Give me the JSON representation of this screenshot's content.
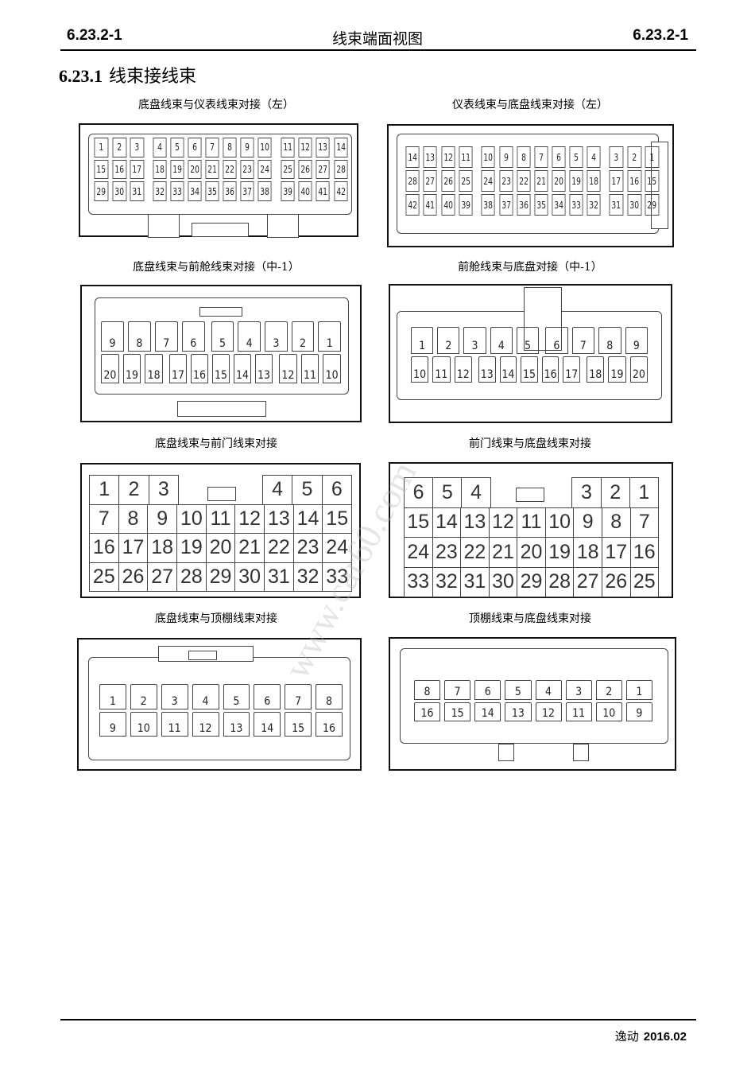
{
  "header": {
    "left": "6.23.2-1",
    "center": "线束端面视图",
    "right": "6.23.2-1"
  },
  "section": {
    "number": "6.23.1",
    "title": "线束接线束"
  },
  "connectors": [
    {
      "caption": "底盘线束与仪表线束对接（左）",
      "style": "grid",
      "rows": [
        [
          [
            "1",
            "2",
            "3"
          ],
          [
            "4",
            "5",
            "6",
            "7",
            "8",
            "9",
            "10"
          ],
          [
            "11",
            "12",
            "13",
            "14"
          ]
        ],
        [
          [
            "15",
            "16",
            "17"
          ],
          [
            "18",
            "19",
            "20",
            "21",
            "22",
            "23",
            "24"
          ],
          [
            "25",
            "26",
            "27",
            "28"
          ]
        ],
        [
          [
            "29",
            "30",
            "31"
          ],
          [
            "32",
            "33",
            "34",
            "35",
            "36",
            "37",
            "38"
          ],
          [
            "39",
            "40",
            "41",
            "42"
          ]
        ]
      ]
    },
    {
      "caption": "仪表线束与底盘线束对接（左）",
      "style": "grid",
      "rows": [
        [
          [
            "14",
            "13",
            "12",
            "11"
          ],
          [
            "10",
            "9",
            "8",
            "7",
            "6",
            "5",
            "4"
          ],
          [
            "3",
            "2",
            "1"
          ]
        ],
        [
          [
            "28",
            "27",
            "26",
            "25"
          ],
          [
            "24",
            "23",
            "22",
            "21",
            "20",
            "19",
            "18"
          ],
          [
            "17",
            "16",
            "15"
          ]
        ],
        [
          [
            "42",
            "41",
            "40",
            "39"
          ],
          [
            "38",
            "37",
            "36",
            "35",
            "34",
            "33",
            "32"
          ],
          [
            "31",
            "30",
            "29"
          ]
        ]
      ]
    },
    {
      "caption": "底盘线束与前舱线束对接（中-1）",
      "style": "term",
      "rows": [
        [
          [
            "9",
            "8",
            "7",
            "6"
          ],
          [
            "5",
            "4",
            "3",
            "2",
            "1"
          ]
        ],
        [
          [
            "20",
            "19",
            "18"
          ],
          [
            "17",
            "16",
            "15",
            "14",
            "13"
          ],
          [
            "12",
            "11",
            "10"
          ]
        ]
      ]
    },
    {
      "caption": "前舱线束与底盘对接（中-1）",
      "style": "term",
      "rows": [
        [
          [
            "1",
            "2",
            "3",
            "4",
            "5"
          ],
          [
            "6",
            "7",
            "8",
            "9"
          ]
        ],
        [
          [
            "10",
            "11",
            "12"
          ],
          [
            "13",
            "14",
            "15",
            "16",
            "17"
          ],
          [
            "18",
            "19",
            "20"
          ]
        ]
      ]
    },
    {
      "caption": "底盘线束与前门线束对接",
      "style": "door",
      "rows": [
        [
          [
            "1",
            "2",
            "3",
            "",
            "",
            "",
            "4",
            "5",
            "6"
          ]
        ],
        [
          [
            "7",
            "8",
            "9",
            "10",
            "11",
            "12",
            "13",
            "14",
            "15"
          ]
        ],
        [
          [
            "16",
            "17",
            "18",
            "19",
            "20",
            "21",
            "22",
            "23",
            "24"
          ]
        ],
        [
          [
            "25",
            "26",
            "27",
            "28",
            "29",
            "30",
            "31",
            "32",
            "33"
          ]
        ]
      ]
    },
    {
      "caption": "前门线束与底盘线束对接",
      "style": "door",
      "rows": [
        [
          [
            "6",
            "5",
            "4",
            "",
            "",
            "",
            "3",
            "2",
            "1"
          ]
        ],
        [
          [
            "15",
            "14",
            "13",
            "12",
            "11",
            "10",
            "9",
            "8",
            "7"
          ]
        ],
        [
          [
            "24",
            "23",
            "22",
            "21",
            "20",
            "19",
            "18",
            "17",
            "16"
          ]
        ],
        [
          [
            "33",
            "32",
            "31",
            "30",
            "29",
            "28",
            "27",
            "26",
            "25"
          ]
        ]
      ]
    },
    {
      "caption": "底盘线束与顶棚线束对接",
      "style": "term",
      "rows": [
        [
          [
            "1",
            "2",
            "3",
            "4",
            "5",
            "6",
            "7",
            "8"
          ]
        ],
        [
          [
            "9",
            "10",
            "11",
            "12",
            "13",
            "14",
            "15",
            "16"
          ]
        ]
      ]
    },
    {
      "caption": "顶棚线束与底盘线束对接",
      "style": "term",
      "rows": [
        [
          [
            "8",
            "7",
            "6",
            "5",
            "4",
            "3",
            "2",
            "1"
          ]
        ],
        [
          [
            "16",
            "15",
            "14",
            "13",
            "12",
            "11",
            "10",
            "9"
          ]
        ]
      ]
    }
  ],
  "watermark": "www.car60.com",
  "footer": {
    "model": "逸动",
    "date": "2016.02"
  }
}
